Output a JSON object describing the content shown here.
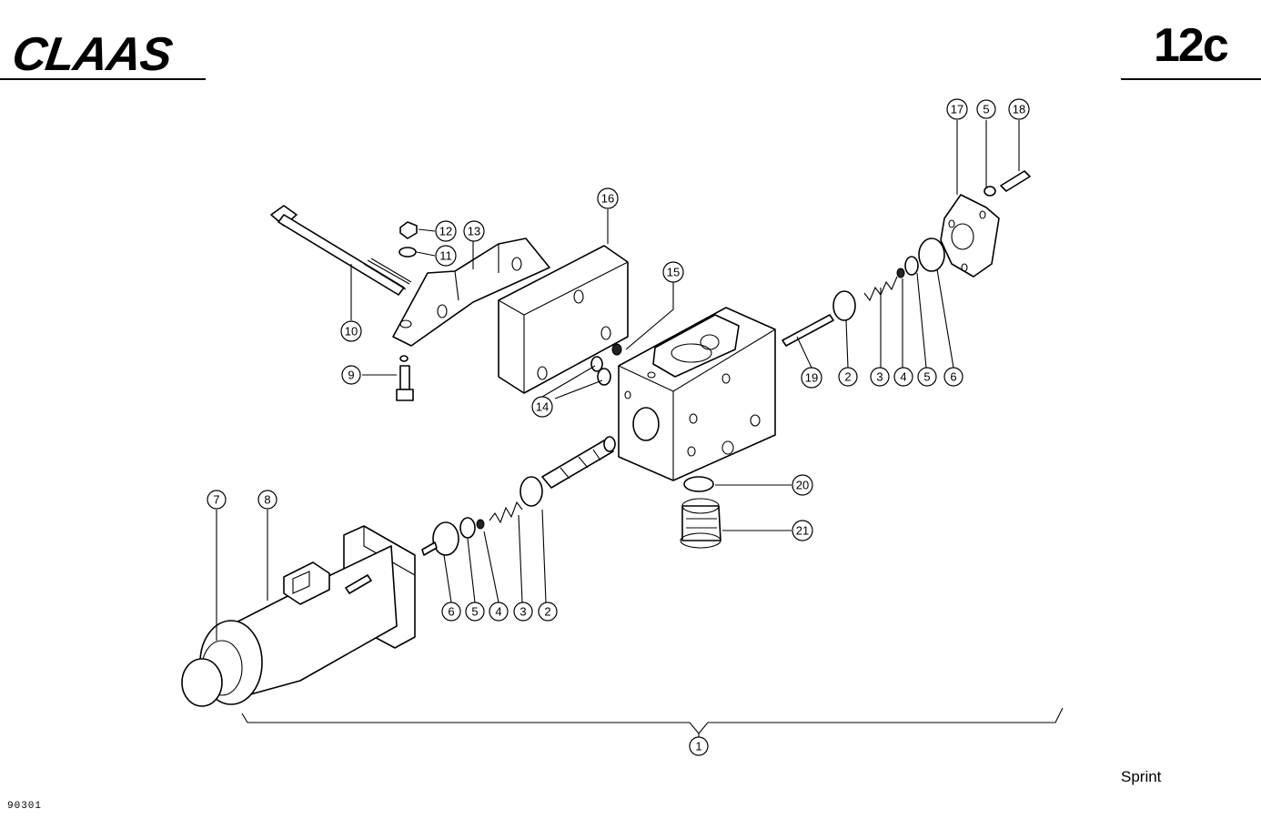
{
  "header": {
    "brand": "CLAAS",
    "page_number": "12c"
  },
  "footer": {
    "model": "Sprint",
    "figure_number": "90301"
  },
  "callouts": [
    {
      "id": "c1",
      "label": "1"
    },
    {
      "id": "c2a",
      "label": "2"
    },
    {
      "id": "c2b",
      "label": "2"
    },
    {
      "id": "c3a",
      "label": "3"
    },
    {
      "id": "c3b",
      "label": "3"
    },
    {
      "id": "c4a",
      "label": "4"
    },
    {
      "id": "c4b",
      "label": "4"
    },
    {
      "id": "c5a",
      "label": "5"
    },
    {
      "id": "c5b",
      "label": "5"
    },
    {
      "id": "c5c",
      "label": "5"
    },
    {
      "id": "c6a",
      "label": "6"
    },
    {
      "id": "c6b",
      "label": "6"
    },
    {
      "id": "c7",
      "label": "7"
    },
    {
      "id": "c8",
      "label": "8"
    },
    {
      "id": "c9",
      "label": "9"
    },
    {
      "id": "c10",
      "label": "10"
    },
    {
      "id": "c11",
      "label": "11"
    },
    {
      "id": "c12",
      "label": "12"
    },
    {
      "id": "c13",
      "label": "13"
    },
    {
      "id": "c14",
      "label": "14"
    },
    {
      "id": "c15",
      "label": "15"
    },
    {
      "id": "c16",
      "label": "16"
    },
    {
      "id": "c17",
      "label": "17"
    },
    {
      "id": "c18",
      "label": "18"
    },
    {
      "id": "c19",
      "label": "19"
    },
    {
      "id": "c20",
      "label": "20"
    },
    {
      "id": "c21",
      "label": "21"
    }
  ]
}
